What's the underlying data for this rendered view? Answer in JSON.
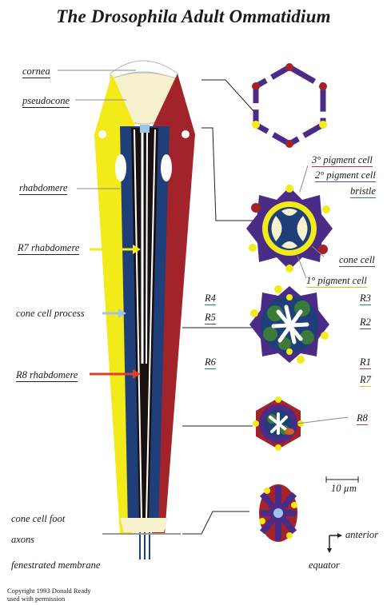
{
  "title": "The Drosophila Adult Ommatidium",
  "left_labels": {
    "cornea": "cornea",
    "pseudocone": "pseudocone",
    "rhabdomere": "rhabdomere",
    "r7_rhabdomere": "R7 rhabdomere",
    "cone_cell_process": "cone cell process",
    "r8_rhabdomere": "R8 rhabdomere",
    "cone_cell_foot": "cone cell foot",
    "axons": "axons",
    "fenestrated_membrane": "fenestrated membrane"
  },
  "right_labels": {
    "pigment_cell_3": "3° pigment cell",
    "pigment_cell_2": "2° pigment cell",
    "bristle": "bristle",
    "cone_cell": "cone cell",
    "pigment_cell_1": "1° pigment cell"
  },
  "photoreceptors": {
    "r1": "R1",
    "r2": "R2",
    "r3": "R3",
    "r4": "R4",
    "r5": "R5",
    "r6": "R6",
    "r7": "R7",
    "r8": "R8"
  },
  "scale_bar": "10 µm",
  "orientation": {
    "anterior": "anterior",
    "equator": "equator"
  },
  "copyright": [
    "Copyright 1993 Donald Ready",
    "used with permission"
  ],
  "colors": {
    "yellow": "#f3ea1a",
    "red": "#a3232a",
    "blue": "#1f3f7a",
    "purple": "#4a2b85",
    "black": "#1a1010",
    "green": "#3c7a3a"
  }
}
